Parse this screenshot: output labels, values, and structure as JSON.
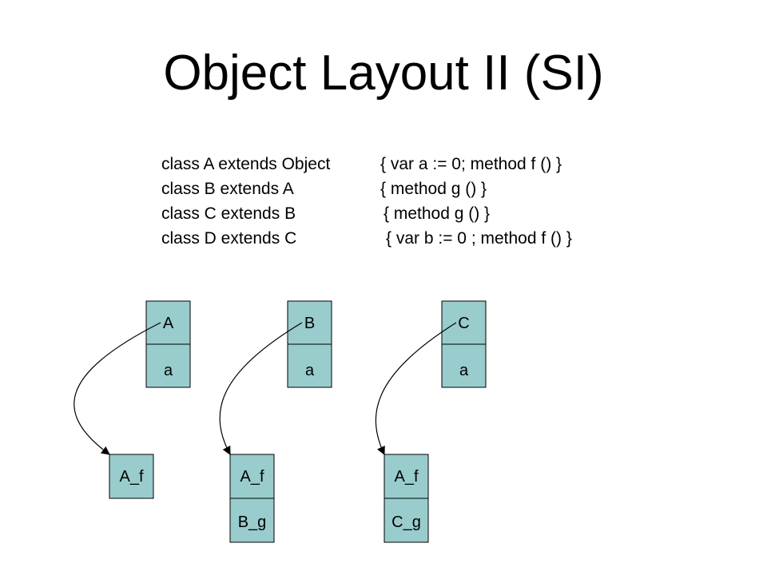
{
  "title": "Object Layout II (SI)",
  "code": [
    {
      "decl": "class A extends Object",
      "body": "{ var a := 0; method f () }"
    },
    {
      "decl": "class B extends A",
      "body": "{ method g () }"
    },
    {
      "decl": "class C extends B",
      "body": "{ method g () }"
    },
    {
      "decl": "class D extends C",
      "body": "{ var b := 0 ; method f () }"
    }
  ],
  "objects": [
    {
      "header": "A",
      "field": "a"
    },
    {
      "header": "B",
      "field": "a"
    },
    {
      "header": "C",
      "field": "a"
    }
  ],
  "vtables": [
    {
      "entries": [
        "A_f"
      ]
    },
    {
      "entries": [
        "A_f",
        "B_g"
      ]
    },
    {
      "entries": [
        "A_f",
        "C_g"
      ]
    }
  ],
  "colors": {
    "object_fill": "#99cccc",
    "vtable_fill": "#99cccc",
    "stroke": "#000000",
    "background": "#ffffff"
  }
}
